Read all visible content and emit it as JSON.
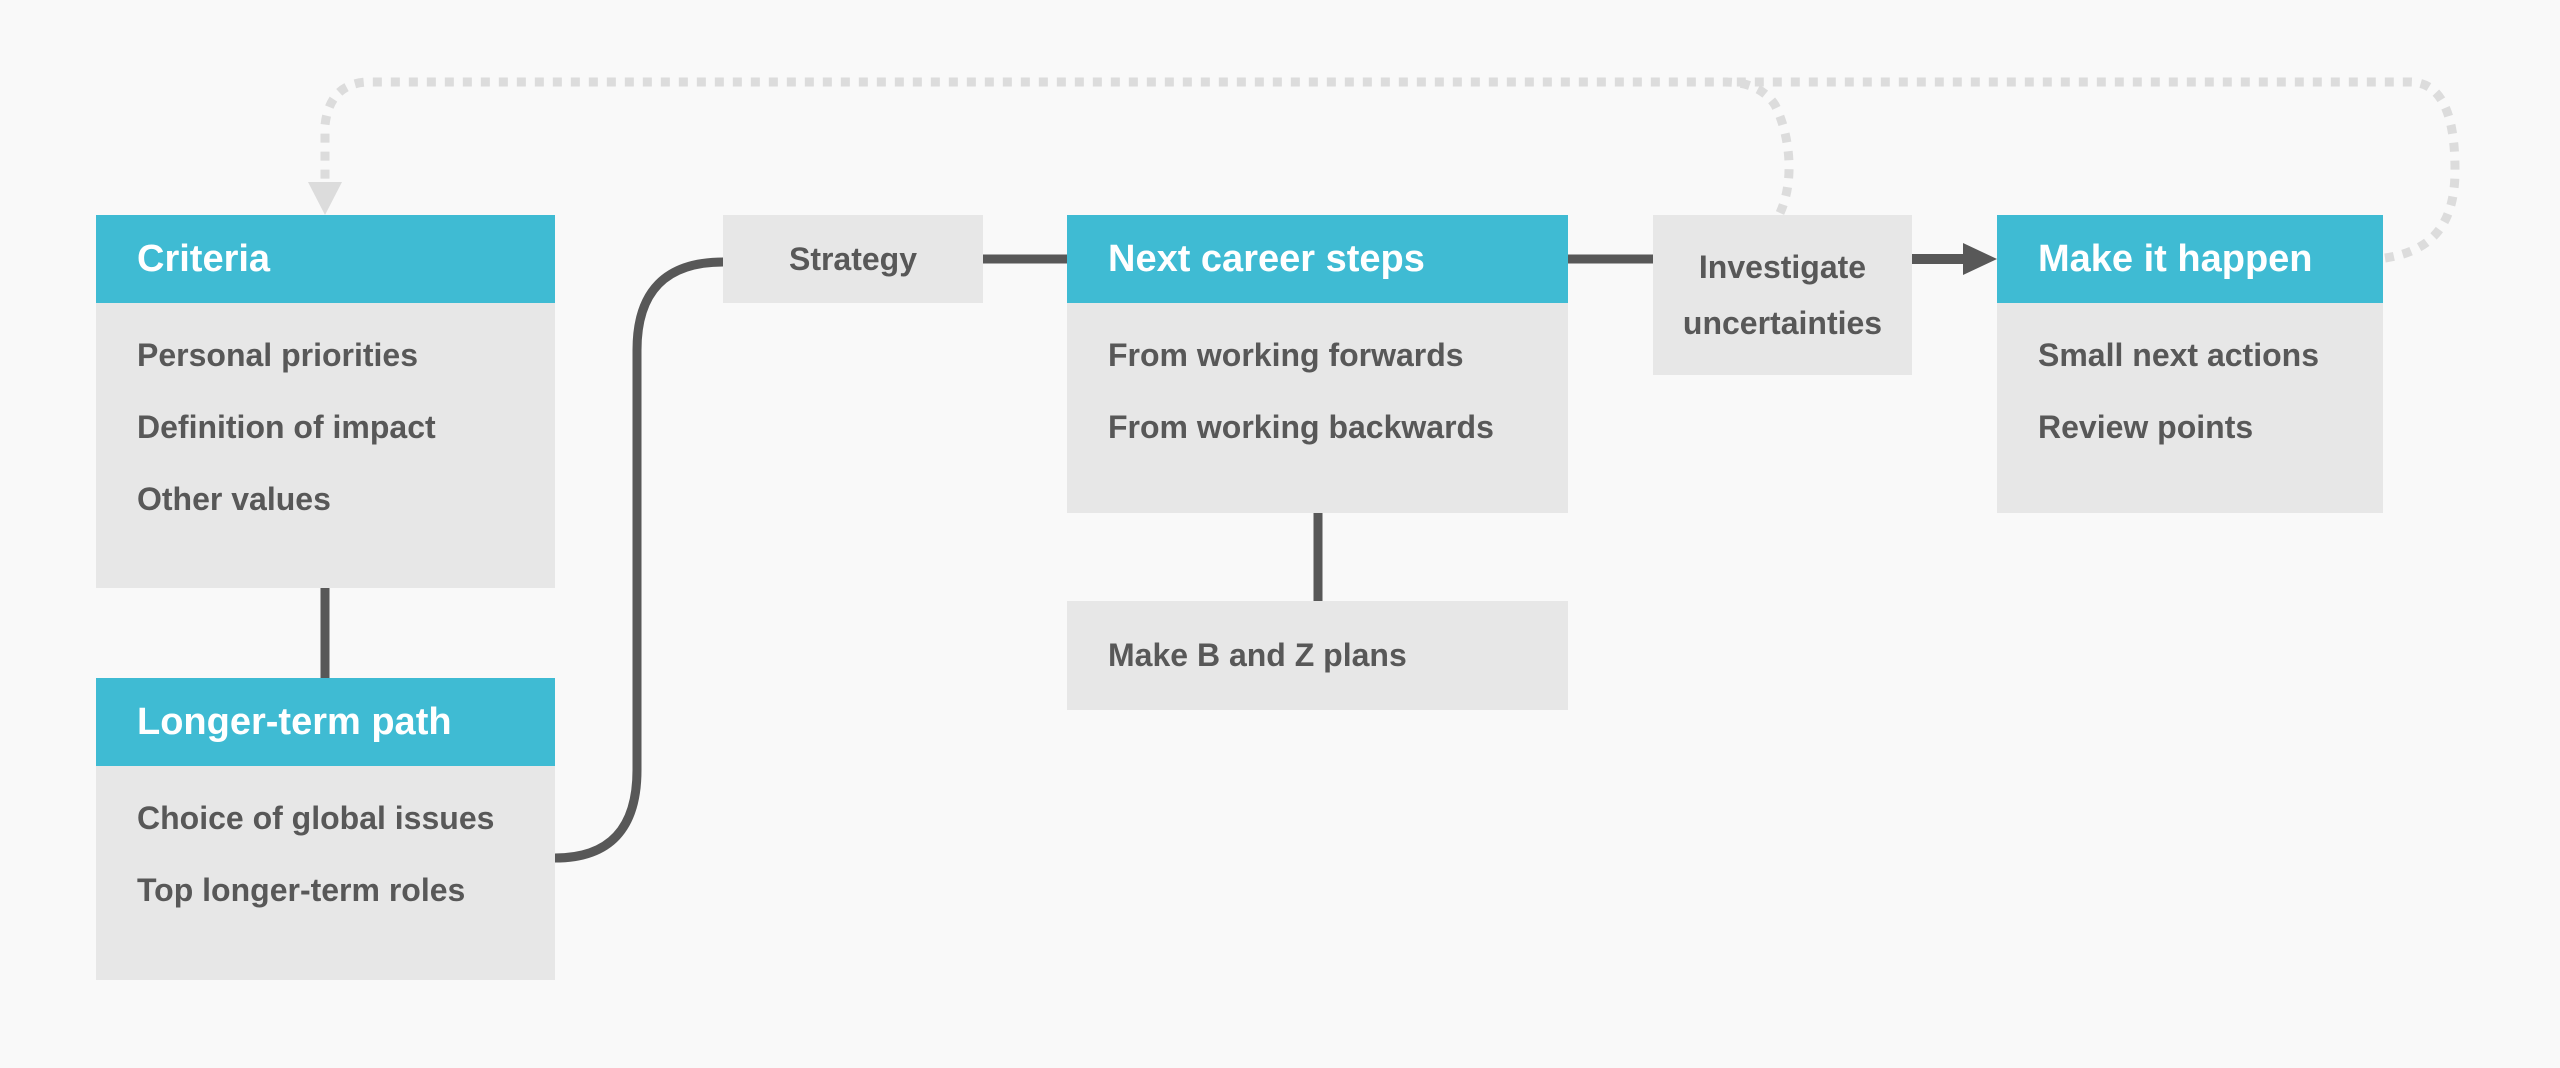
{
  "colors": {
    "background": "#f9f9f9",
    "header": "#3fbbd3",
    "card": "#e7e7e7",
    "text": "#585858",
    "connector": "#585858",
    "loop": "#dcdcdc"
  },
  "criteria": {
    "title": "Criteria",
    "items": [
      "Personal priorities",
      "Definition of impact",
      "Other values"
    ]
  },
  "longer_term": {
    "title": "Longer-term path",
    "items": [
      "Choice of global issues",
      "Top longer-term roles"
    ]
  },
  "strategy": {
    "label": "Strategy"
  },
  "next_steps": {
    "title": "Next career steps",
    "items": [
      "From working forwards",
      "From working backwards"
    ]
  },
  "plans": {
    "label": "Make B and Z plans"
  },
  "investigate": {
    "line1": "Investigate",
    "line2": "uncertainties"
  },
  "make_it_happen": {
    "title": "Make it happen",
    "items": [
      "Small next actions",
      "Review points"
    ]
  }
}
